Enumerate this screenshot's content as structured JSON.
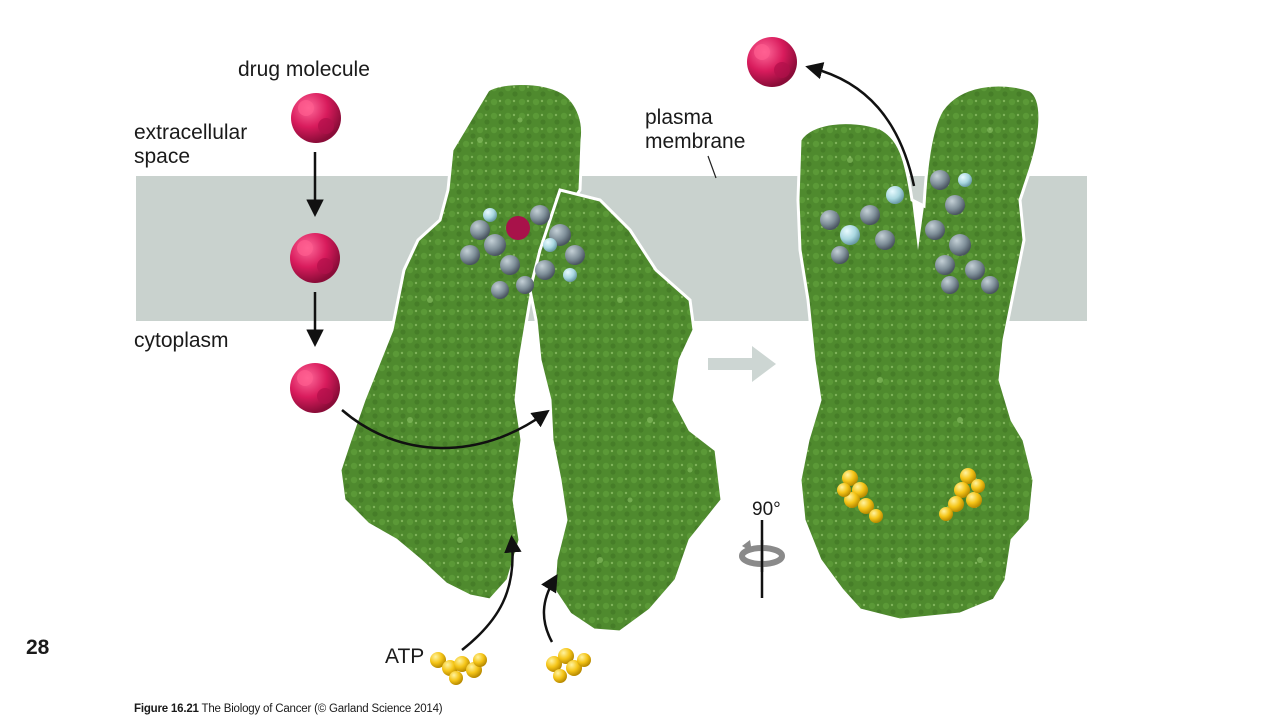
{
  "slide_number": "28",
  "labels": {
    "drug_molecule": "drug molecule",
    "extracellular": "extracellular\nspace",
    "cytoplasm": "cytoplasm",
    "plasma_membrane": "plasma\nmembrane",
    "atp": "ATP",
    "rotation": "90°"
  },
  "caption": {
    "figure": "Figure 16.21",
    "text": "The Biology of Cancer (© Garland Science 2014)"
  },
  "colors": {
    "protein": "#4f8a2e",
    "protein_edge": "#3d6f22",
    "membrane": "#c9d2ce",
    "drug": "#d81b5c",
    "atp": "#f5c518",
    "binding_site": "#7f8f99",
    "binding_site_light": "#a9d7e0",
    "transition_arrow": "#cdd6d3"
  },
  "icons": {
    "rotation": "rotate-90-icon",
    "transition": "right-arrow-icon"
  }
}
